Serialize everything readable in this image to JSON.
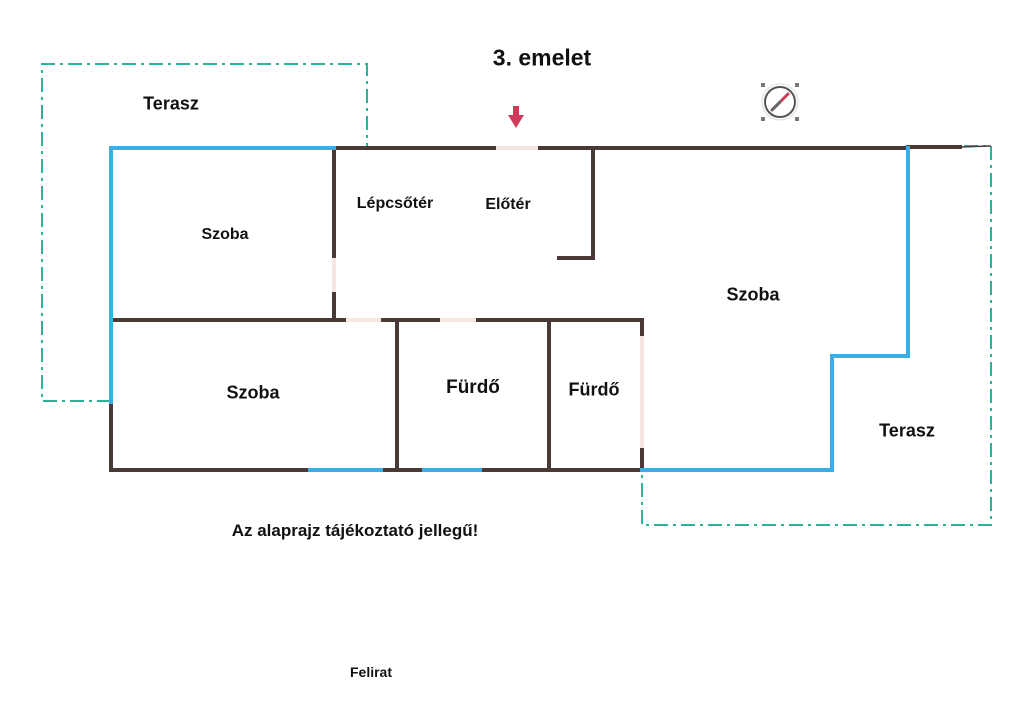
{
  "title": "3. emelet",
  "rooms": {
    "terrace_top_left": "Terasz",
    "room_top_left": "Szoba",
    "stairwell": "Lépcsőtér",
    "hall": "Előtér",
    "room_big": "Szoba",
    "room_bottom_left": "Szoba",
    "bathroom_1": "Fürdő",
    "bathroom_2": "Fürdő",
    "terrace_right": "Terasz"
  },
  "note": "Az alaprajz tájékoztató jellegű!",
  "caption": "Felirat",
  "icons": {
    "entrance": "entrance-arrow-icon",
    "compass": "compass-icon"
  },
  "colors": {
    "wall": "#4a3a35",
    "window": "#3aaee6",
    "terrace": "#2bb39a",
    "arrow": "#d23a5a",
    "door": "#f6e6e0"
  }
}
